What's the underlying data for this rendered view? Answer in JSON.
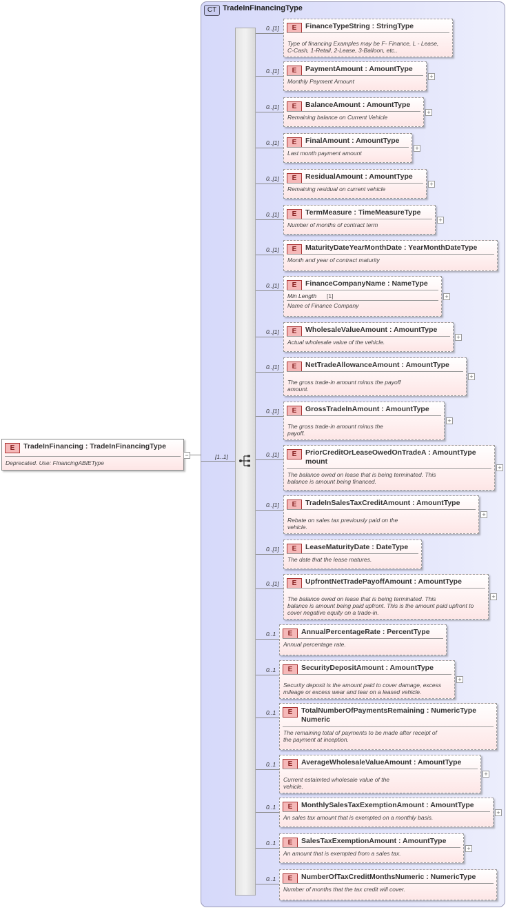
{
  "complex_type": {
    "badge": "CT",
    "name": "TradeInFinancingType"
  },
  "root": {
    "badge": "E",
    "name": "TradeInFinancing : TradeInFinancingType",
    "doc": "Deprecated. Use: FinancingABIEType",
    "collapse": "−",
    "multiplicity": "[1..1]"
  },
  "elements": [
    {
      "name": "FinanceTypeString : StringType",
      "mult": "0..[1]",
      "doc": [
        "Type of financing Examples may be F- Finance, L - Lease,",
        "C-Cash, 1-Retail, 2-Lease, 3-Balloon, etc.."
      ]
    },
    {
      "name": "PaymentAmount : AmountType",
      "mult": "0..[1]",
      "doc": [
        "Monthly Payment Amount"
      ]
    },
    {
      "name": "BalanceAmount : AmountType",
      "mult": "0..[1]",
      "doc": [
        "Remaining balance on Current Vehicle"
      ]
    },
    {
      "name": "FinalAmount : AmountType",
      "mult": "0..[1]",
      "doc": [
        "Last month payment amount"
      ]
    },
    {
      "name": "ResidualAmount : AmountType",
      "mult": "0..[1]",
      "doc": [
        "Remaining residual on current vehicle"
      ]
    },
    {
      "name": "TermMeasure : TimeMeasureType",
      "mult": "0..[1]",
      "doc": [
        "Number of months of contract term"
      ]
    },
    {
      "name": "MaturityDateYearMonthDate : YearMonthDateType",
      "mult": "0..[1]",
      "doc": [
        "Month and year of contract maturity"
      ]
    },
    {
      "name": "FinanceCompanyName : NameType",
      "mult": "0..[1]",
      "facet": {
        "label": "Min Length",
        "value": "[1]"
      },
      "doc": [
        "Name of Finance Company"
      ]
    },
    {
      "name": "WholesaleValueAmount : AmountType",
      "mult": "0..[1]",
      "doc": [
        "Actual wholesale value of the vehicle."
      ]
    },
    {
      "name": "NetTradeAllowanceAmount : AmountType",
      "mult": "0..[1]",
      "doc": [
        "The gross trade-in amount minus the payoff",
        "amount."
      ]
    },
    {
      "name": "GrossTradeInAmount : AmountType",
      "mult": "0..[1]",
      "doc": [
        "The gross trade-in amount minus the",
        "payoff."
      ]
    },
    {
      "name": "PriorCreditOrLeaseOwedOnTradeA : AmountType",
      "name2": "mount",
      "mult": "0..[1]",
      "doc": [
        "The balance owed on lease that is being terminated. This",
        "balance is amount being financed."
      ]
    },
    {
      "name": "TradeInSalesTaxCreditAmount : AmountType",
      "mult": "0..[1]",
      "doc": [
        "Rebate on sales tax previously paid on the",
        "vehicle."
      ]
    },
    {
      "name": "LeaseMaturityDate : DateType",
      "mult": "0..[1]",
      "doc": [
        "The date that the lease matures."
      ]
    },
    {
      "name": "UpfrontNetTradePayoffAmount : AmountType",
      "mult": "0..[1]",
      "doc": [
        "The balance owed on lease that is being terminated. This",
        "balance is amount being paid upfront. This is the amount paid upfront to",
        "cover negative equity on a trade-in."
      ]
    },
    {
      "name": "AnnualPercentageRate : PercentType",
      "mult": "0..1",
      "doc": [
        "Annual percentage rate."
      ]
    },
    {
      "name": "SecurityDepositAmount : AmountType",
      "mult": "0..1",
      "doc": [
        "Security deposit is the amount paid to cover damage, excess",
        "mileage or excess wear and tear on a leased vehicle."
      ]
    },
    {
      "name": "TotalNumberOfPaymentsRemaining : NumericType",
      "name2": "Numeric",
      "mult": "0..1",
      "doc": [
        "The remaining total of payments to be made after receipt of",
        "the payment at inception."
      ]
    },
    {
      "name": "AverageWholesaleValueAmount : AmountType",
      "mult": "0..1",
      "doc": [
        "Current estaimted wholesale value of the",
        "vehicle."
      ]
    },
    {
      "name": "MonthlySalesTaxExemptionAmount : AmountType",
      "mult": "0..1",
      "doc": [
        "An sales tax amount that is exempted on a monthly basis."
      ]
    },
    {
      "name": "SalesTaxExemptionAmount : AmountType",
      "mult": "0..1",
      "doc": [
        "An amount that is exempted from a sales tax."
      ]
    },
    {
      "name": "NumberOfTaxCreditMonthsNumeric : NumericType",
      "mult": "0..1",
      "doc": [
        "Number of months that the tax credit will cover."
      ]
    }
  ],
  "expand_symbol": "+"
}
